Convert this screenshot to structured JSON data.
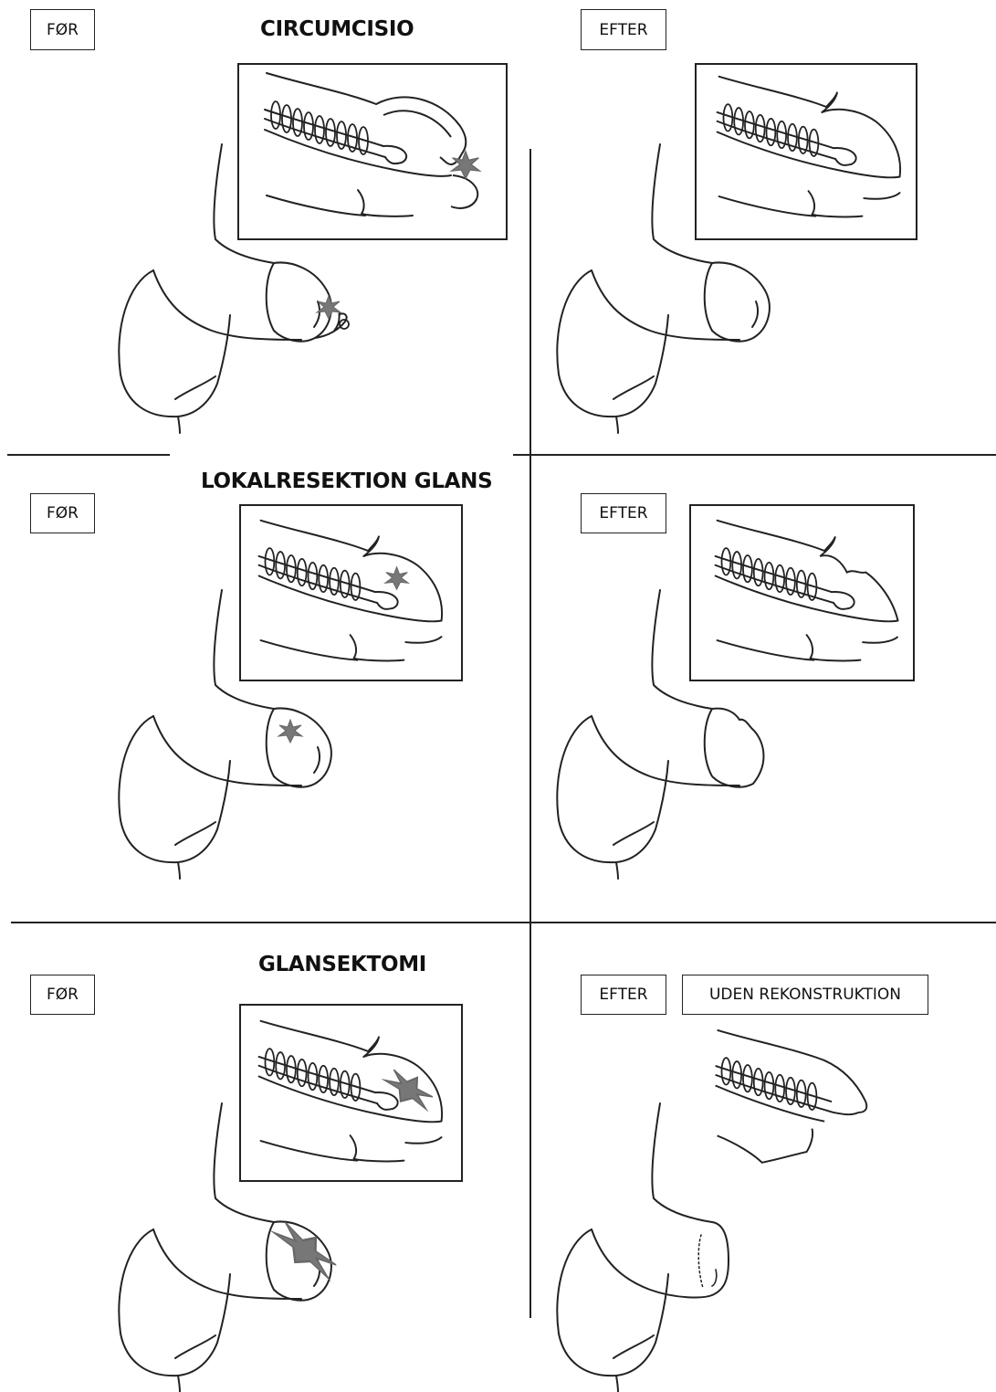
{
  "sections": [
    {
      "title": "CIRCUMCISIO",
      "before_label": "FØR",
      "after_label": "EFTER",
      "after_note": ""
    },
    {
      "title": "LOKALRESEKTION GLANS",
      "before_label": "FØR",
      "after_label": "EFTER",
      "after_note": ""
    },
    {
      "title": "GLANSEKTOMI",
      "before_label": "FØR",
      "after_label": "EFTER",
      "after_note": "UDEN REKONSTRUKTION"
    }
  ],
  "colors": {
    "line": "#222222",
    "lesion": "#777777",
    "background": "#ffffff"
  }
}
